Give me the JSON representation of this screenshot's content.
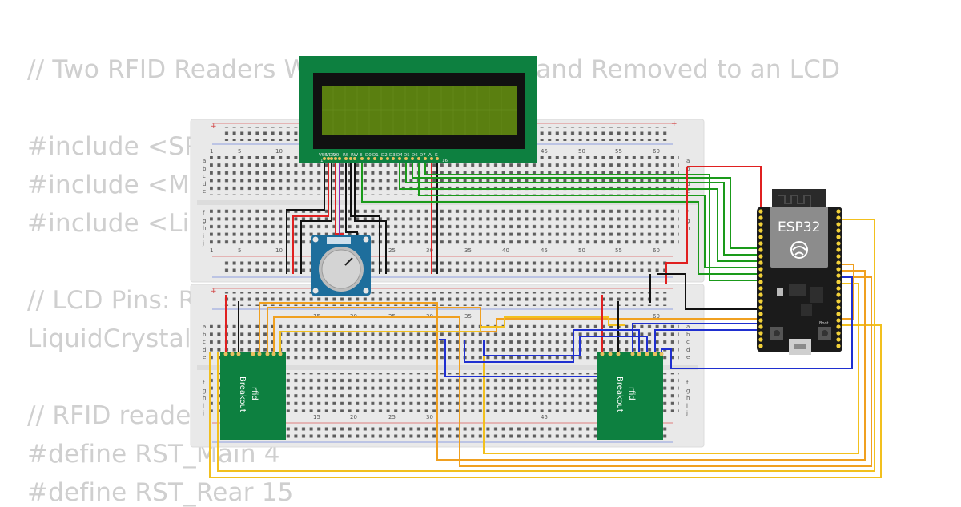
{
  "code_lines": [
    "// Two RFID Readers With Tags Detected and Removed to an LCD",
    "",
    "#include <SPI.h>",
    "#include <MFRC522.h>",
    "#include <LiquidCrystal.h>",
    "",
    "// LCD Pins: RS, E, D4, D5, D6, D7",
    "LiquidCrystal lcd(...);",
    "",
    "// RFID readers",
    "#define RST_Main 4",
    "#define RST_Rear 15"
  ],
  "lcd": {
    "pin_labels": [
      "VSS",
      "VDD",
      "V0",
      "RS",
      "RW",
      "E",
      "D0",
      "D1",
      "D2",
      "D3",
      "D4",
      "D5",
      "D6",
      "D7",
      "A",
      "K"
    ],
    "pin_numbers": [
      "1",
      "16"
    ]
  },
  "breadboard": {
    "column_numbers": [
      "1",
      "5",
      "10",
      "15",
      "20",
      "25",
      "30",
      "35",
      "40",
      "45",
      "50",
      "55",
      "60"
    ],
    "row_letters_top": [
      "a",
      "b",
      "c",
      "d",
      "e"
    ],
    "row_letters_bottom": [
      "f",
      "g",
      "h",
      "i",
      "j"
    ],
    "rail_plus": "+",
    "rail_minus": "-"
  },
  "esp32": {
    "label": "ESP32",
    "button_label": "Boot"
  },
  "rfid_main": {
    "line1": "rfid",
    "line2": "Breakout"
  },
  "rfid_rear": {
    "line1": "rfid",
    "line2": "Breakout"
  },
  "colors": {
    "wire_red": "#e02020",
    "wire_black": "#111111",
    "wire_green": "#1a9a1a",
    "wire_blue": "#1f2fd0",
    "wire_yellow": "#f2c01e",
    "wire_orange": "#f0a020",
    "wire_purple": "#8a2bb0",
    "lcd_pcb": "#0d8040",
    "lcd_screen": "#5a7f10",
    "rfid_pcb": "#0d8040",
    "pot_pcb": "#1e6e9c",
    "esp32_board": "#1b1b1b"
  }
}
